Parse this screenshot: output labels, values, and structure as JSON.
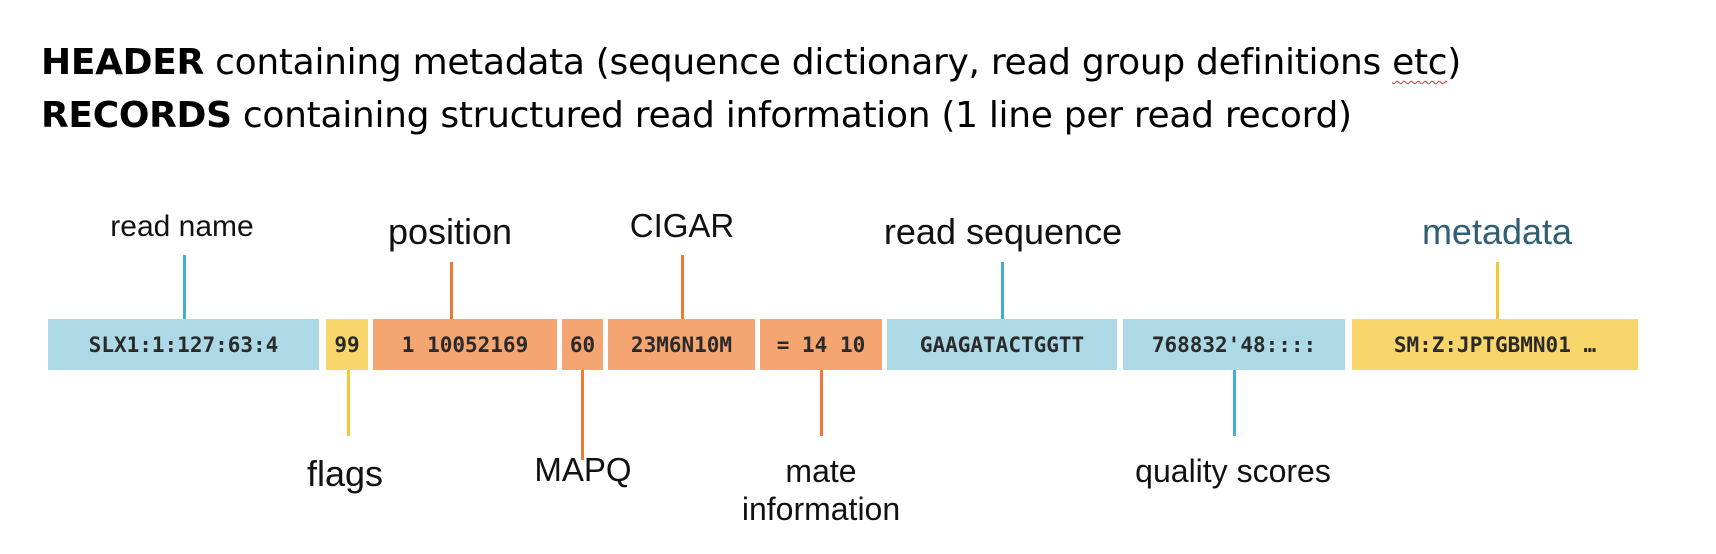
{
  "header": {
    "line1_bold": "HEADER",
    "line1_rest": " containing metadata (sequence dictionary, read group definitions ",
    "line1_etc": "etc",
    "line1_end": ")",
    "line2_bold": "RECORDS",
    "line2_rest": " containing structured read information (1 line per read record)"
  },
  "record": {
    "read_name": "SLX1:1:127:63:4",
    "flags": "99",
    "position": "1 10052169",
    "mapq": "60",
    "cigar": "23M6N10M",
    "mate": "= 14 10",
    "sequence": "GAAGATACTGGTT",
    "quality": "768832'48::::",
    "metadata": "SM:Z:JPTGBMN01 …"
  },
  "labels": {
    "read_name": "read name",
    "position": "position",
    "cigar": "CIGAR",
    "read_sequence": "read sequence",
    "metadata": "metadata",
    "flags": "flags",
    "mapq": "MAPQ",
    "mate_line1": "mate",
    "mate_line2": "information",
    "quality_scores": "quality scores"
  },
  "colors": {
    "blue_box": "#add8e6",
    "yellow_box": "#f9d66b",
    "orange_box": "#f5a572",
    "metadata_label": "#2e5f75"
  }
}
